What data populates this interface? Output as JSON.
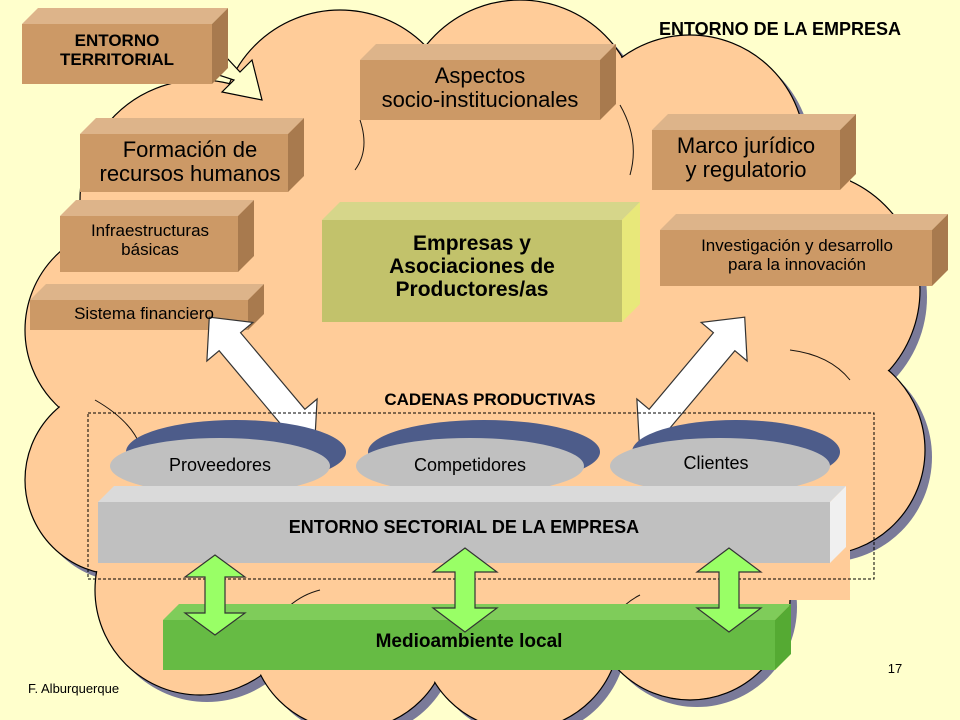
{
  "page_title": "ENTORNO DE LA EMPRESA",
  "territorial": "ENTORNO\nTERRITORIAL",
  "boxes": {
    "socio": "Aspectos\nsocio-institucionales",
    "formacion": "Formación de\nrecursos humanos",
    "marco": "Marco jurídico\ny regulatorio",
    "infra": "Infraestructuras\nbásicas",
    "investigacion": "Investigación y desarrollo\npara la innovación",
    "financiero": "Sistema financiero"
  },
  "center": "Empresas y\nAsociaciones de\nProductores/as",
  "cadenas": "CADENAS PRODUCTIVAS",
  "ellipses": [
    "Proveedores",
    "Competidores",
    "Clientes"
  ],
  "sectorial": "ENTORNO SECTORIAL DE LA EMPRESA",
  "medio": "Medioambiente local",
  "author": "F. Alburquerque",
  "page_number": "17",
  "colors": {
    "background": "#FFFFCC",
    "cloud": "#FFCC99",
    "box": "#CC9966",
    "center": "#C2C26B",
    "sectorial": "#C0C0C0",
    "medio": "#66BB44",
    "arrow_green": "#99FF66"
  }
}
